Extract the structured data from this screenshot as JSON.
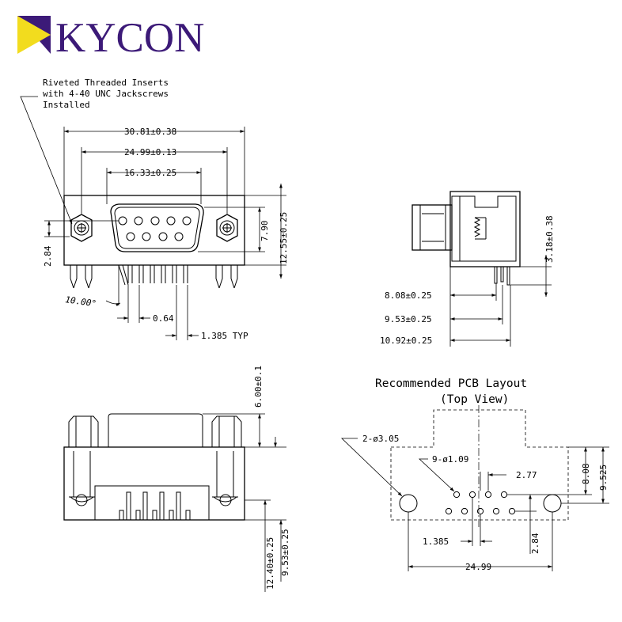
{
  "brand": {
    "name": "KYCON",
    "purple": "#3c1a78",
    "yellow": "#f2dc1e"
  },
  "notes": {
    "inserts_line1": "Riveted Threaded Inserts",
    "inserts_line2": "with 4-40 UNC Jackscrews",
    "inserts_line3": "Installed"
  },
  "front_view": {
    "overall_width": "30.81±0.38",
    "mount_spacing": "24.99±0.13",
    "shell_width": "16.33±0.25",
    "height": "12.55±0.25",
    "shell_height": "7.90",
    "offset": "2.84",
    "angle": "10.00°",
    "pin_dim": "0.64",
    "pitch": "1.385 TYP"
  },
  "side_view": {
    "bracket_height": "3.18±0.38",
    "d1": "8.08±0.25",
    "d2": "9.53±0.25",
    "d3": "10.92±0.25"
  },
  "bottom_view": {
    "jack_height": "6.00±0.1",
    "d1": "12.40±0.25",
    "d2": "9.53±0.25"
  },
  "pcb_layout": {
    "title": "Recommended PCB Layout",
    "subtitle": "(Top View)",
    "mount_holes": "2-ø3.05",
    "pin_holes": "9-ø1.09",
    "row_spacing": "2.77",
    "h1": "8.08",
    "h2": "9.525",
    "pitch": "1.385",
    "row_offset": "2.84",
    "mount_spacing": "24.99"
  }
}
